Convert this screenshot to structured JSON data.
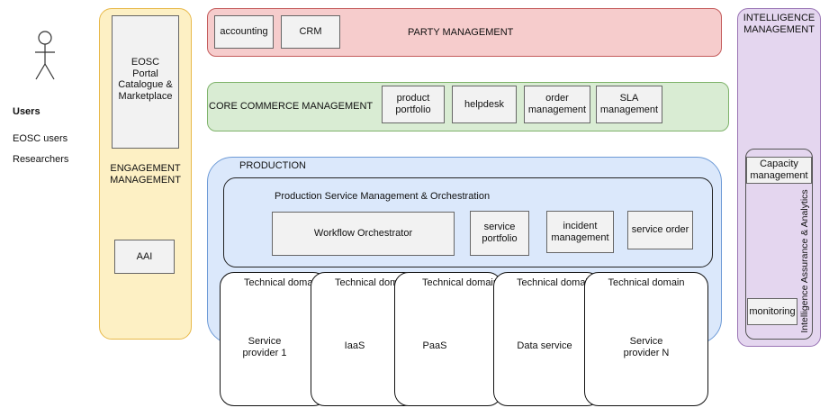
{
  "users": {
    "heading": "Users",
    "items": [
      "EOSC users",
      "Researchers"
    ]
  },
  "engagement": {
    "portal": "EOSC\nPortal\nCatalogue &\nMarketplace",
    "title": "ENGAGEMENT\nMANAGEMENT",
    "aai": "AAI"
  },
  "party": {
    "title": "PARTY MANAGEMENT",
    "items": [
      "accounting",
      "CRM"
    ]
  },
  "core": {
    "title": "CORE COMMERCE MANAGEMENT",
    "items": [
      "product\nportfolio",
      "helpdesk",
      "order\nmanagement",
      "SLA\nmanagement"
    ]
  },
  "production": {
    "title": "PRODUCTION",
    "psmo": {
      "title": "Production Service Management & Orchestration",
      "items": [
        "Workflow Orchestrator",
        "service\nportfolio",
        "incident\nmanagement",
        "service order"
      ]
    },
    "domains": [
      {
        "title": "Technical domain",
        "provider": "Service\nprovider 1"
      },
      {
        "title": "Technical domain",
        "provider": "IaaS"
      },
      {
        "title": "Technical domain",
        "provider": "PaaS"
      },
      {
        "title": "Technical domain",
        "provider": "Data service"
      },
      {
        "title": "Technical domain",
        "provider": "Service\nprovider N"
      }
    ]
  },
  "intelligence": {
    "title": "INTELLIGENCE\nMANAGEMENT",
    "assurance": "Intelligence Assurance & Analytics",
    "capacity": "Capacity\nmanagement",
    "monitoring": "monitoring"
  },
  "colors": {
    "engagement_fill": "#fdf0c4",
    "engagement_border": "#e8b94a",
    "party_fill": "#f6cccc",
    "party_border": "#c45c5c",
    "core_fill": "#d9ecd3",
    "core_border": "#7fb36b",
    "production_fill": "#dbe8fb",
    "production_border": "#6d9ad6",
    "intelligence_fill": "#e4d6ef",
    "intelligence_border": "#9a75b5"
  }
}
